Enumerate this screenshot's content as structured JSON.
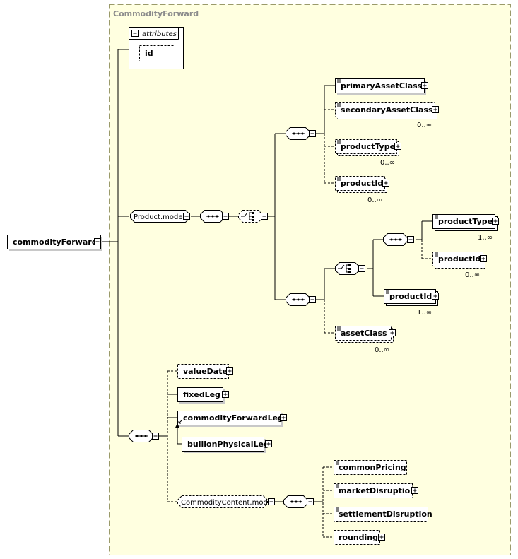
{
  "group_title": "CommodityForward",
  "root_element": "commodityForward",
  "attributes": {
    "label": "attributes",
    "items": [
      "id"
    ]
  },
  "groups": {
    "product_model": "Product.model",
    "commodity_content_model": "CommodityContent.model"
  },
  "elements": {
    "primary_asset_class": "primaryAssetClass",
    "secondary_asset_class": "secondaryAssetClass",
    "product_type_a": "productType",
    "product_id_a": "productId",
    "product_type_b": "productType",
    "product_id_b": "productId",
    "product_id_c": "productId",
    "asset_class": "assetClass",
    "value_date": "valueDate",
    "fixed_leg": "fixedLeg",
    "commodity_forward_leg": "commodityForwardLeg",
    "bullion_physical_leg": "bullionPhysicalLeg",
    "common_pricing": "commonPricing",
    "market_disruption": "marketDisruption",
    "settlement_disruption": "settlementDisruption",
    "rounding": "rounding"
  },
  "cardinalities": {
    "secondary_asset_class": "0..∞",
    "product_type_a": "0..∞",
    "product_id_a": "0..∞",
    "product_type_b": "1..∞",
    "product_id_b": "0..∞",
    "product_id_c": "1..∞",
    "asset_class": "0..∞"
  },
  "colors": {
    "canvas": "#ffffe0",
    "canvas_border": "#9a9a6a",
    "title": "#8c8c8c"
  }
}
